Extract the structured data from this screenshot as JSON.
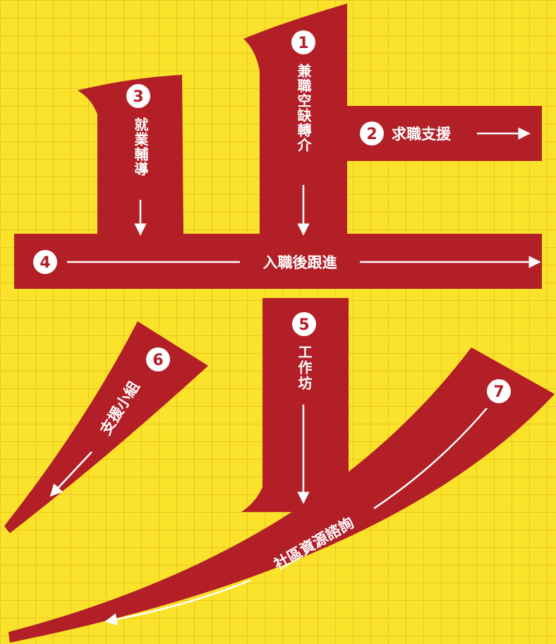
{
  "colors": {
    "background": "#fbe22b",
    "grid": "#e2b82a",
    "stroke": "#b21f27",
    "text": "#ffffff"
  },
  "character": "步",
  "steps": [
    {
      "number": "1",
      "label": "兼職空缺轉介",
      "arrow": "down"
    },
    {
      "number": "2",
      "label": "求職支援",
      "arrow": "right"
    },
    {
      "number": "3",
      "label": "就業輔導",
      "arrow": "down"
    },
    {
      "number": "4",
      "label": "入職後跟進",
      "arrow": "right"
    },
    {
      "number": "5",
      "label": "工作坊",
      "arrow": "down"
    },
    {
      "number": "6",
      "label": "支援小組",
      "arrow": "down-left"
    },
    {
      "number": "7",
      "label": "社區資源諮詢",
      "arrow": "down-left"
    }
  ]
}
